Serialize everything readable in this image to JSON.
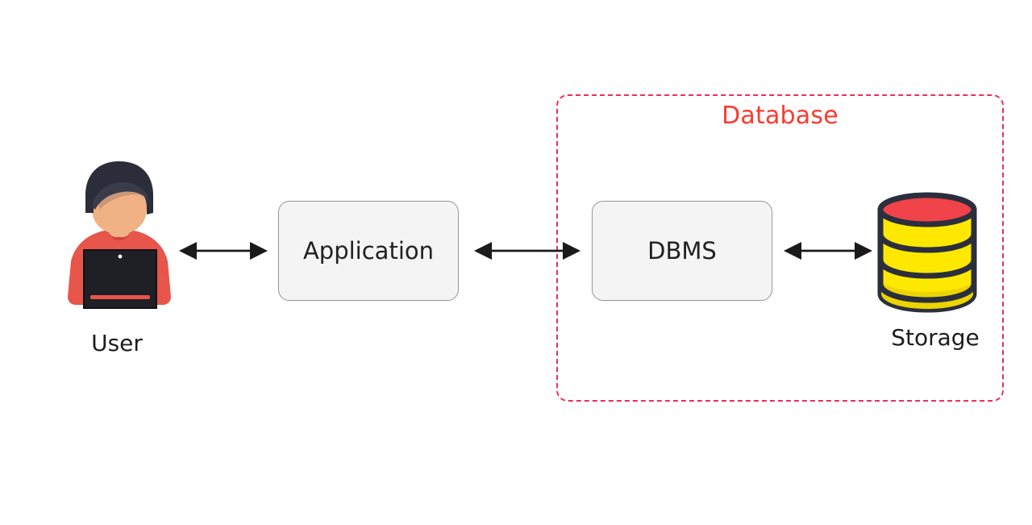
{
  "diagram": {
    "title": "Database system architecture data flow",
    "background_color": "#ffffff",
    "nodes": {
      "user": {
        "label": "User",
        "icon": "user-with-laptop-icon",
        "colors": {
          "hair": "#2b2d3a",
          "skin": "#f0b184",
          "shirt": "#e8554a",
          "laptop": "#2b2b33",
          "laptop_stripe": "#e8554a"
        }
      },
      "application": {
        "label": "Application",
        "fill": "#f4f4f4",
        "border": "#9a9a9a"
      },
      "dbms": {
        "label": "DBMS",
        "fill": "#f4f4f4",
        "border": "#9a9a9a"
      },
      "storage": {
        "label": "Storage",
        "icon": "database-cylinder-icon",
        "colors": {
          "top": "#f0434a",
          "band": "#ffe800",
          "band_shade": "#ecd400",
          "outline": "#2b2f3d"
        }
      }
    },
    "boundary": {
      "label": "Database",
      "label_color": "#fc3a2d",
      "border_color": "#ef2d56",
      "border_style": "dashed",
      "contains": [
        "DBMS",
        "Storage"
      ]
    },
    "edges": [
      {
        "name": "user-application",
        "from": "User",
        "to": "Application",
        "direction": "bidirectional",
        "color": "#1a1a1a"
      },
      {
        "name": "application-dbms",
        "from": "Application",
        "to": "DBMS",
        "direction": "bidirectional",
        "color": "#1a1a1a"
      },
      {
        "name": "dbms-storage",
        "from": "DBMS",
        "to": "Storage",
        "direction": "bidirectional",
        "color": "#1a1a1a"
      }
    ]
  }
}
